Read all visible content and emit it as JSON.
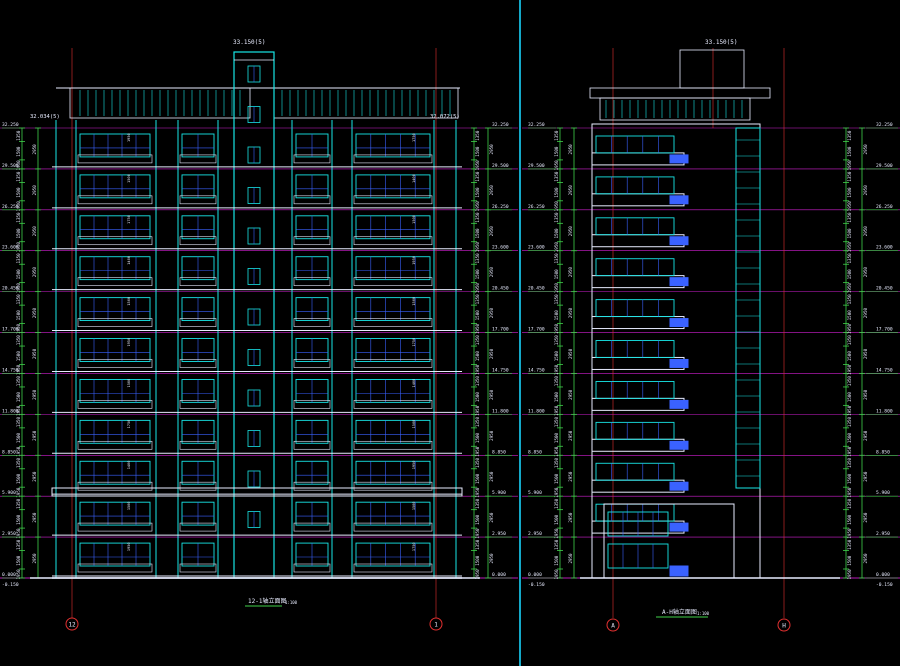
{
  "colors": {
    "background": "#000000",
    "cyan": "#18e6e6",
    "white": "#e8ecff",
    "blue": "#3a62ff",
    "green": "#3fd14a",
    "magenta": "#d21fd2",
    "red": "#e23030",
    "yellow": "#e0e020"
  },
  "left_elevation": {
    "top_elevation": "33.150(5)",
    "roof_elevation_left": "32.034(5)",
    "roof_elevation_right": "32.072(5)",
    "caption": "12-1轴立面图",
    "scale": "1:100",
    "axis_left": "12",
    "axis_right": "1",
    "dim_labels": [
      "1950",
      "1500",
      "1750",
      "1400",
      "1500"
    ]
  },
  "right_elevation": {
    "top_elevation": "33.150(5)",
    "caption": "A-H轴立面图",
    "scale": "1:100",
    "axis_left": "A",
    "axis_right": "H"
  },
  "floor_levels": [
    "32.250",
    "29.500",
    "26.250",
    "23.600",
    "20.450",
    "17.700",
    "14.750",
    "11.800",
    "8.850",
    "5.900",
    "2.950",
    "0.000"
  ],
  "bottom_level": "-0.150",
  "floor_height": "2950",
  "floors": 11
}
